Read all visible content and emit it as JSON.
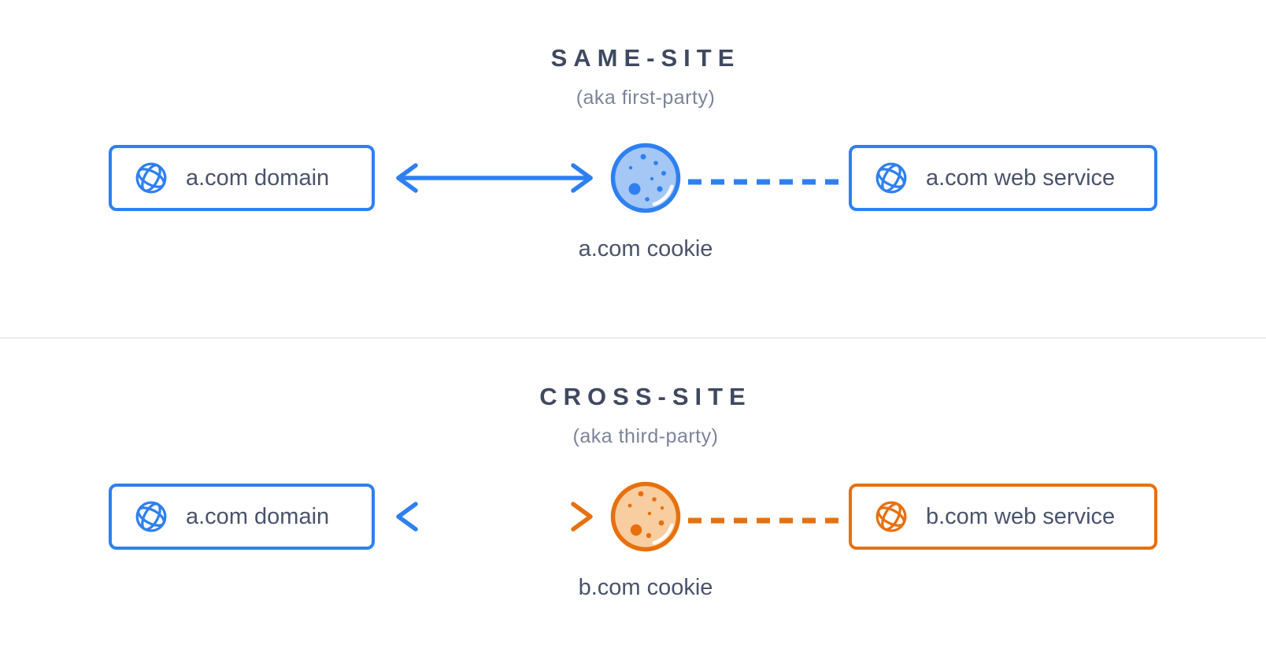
{
  "diagram": {
    "colors": {
      "blue": "#2e80f0",
      "blue_light": "#a5c7f6",
      "orange": "#e7700d",
      "orange_light": "#f8cda0",
      "title_text": "#3f4960",
      "subtitle_text": "#7b8499",
      "box_text": "#49536b",
      "divider": "#ebedf0",
      "background": "#ffffff"
    },
    "sections": [
      {
        "title": "SAME-SITE",
        "subtitle": "(aka first-party)",
        "left_box": {
          "icon": "globe-icon",
          "label": "a.com domain",
          "border_color": "#2e80f0"
        },
        "connector_left": {
          "type": "double-arrow",
          "color": "#2e80f0"
        },
        "cookie": {
          "icon": "cookie-icon",
          "fill": "#a5c7f6",
          "outline": "#2e80f0",
          "label": "a.com cookie"
        },
        "connector_right": {
          "type": "dashed-line",
          "color": "#2e80f0"
        },
        "right_box": {
          "icon": "globe-icon",
          "label": "a.com web service",
          "border_color": "#2e80f0"
        }
      },
      {
        "title": "CROSS-SITE",
        "subtitle": "(aka third-party)",
        "left_box": {
          "icon": "globe-icon",
          "label": "a.com domain",
          "border_color": "#2e80f0"
        },
        "connector_left": {
          "type": "double-arrow",
          "gradient": [
            "#2e80f0",
            "#8f9296",
            "#e7700d"
          ]
        },
        "cookie": {
          "icon": "cookie-icon",
          "fill": "#f8cda0",
          "outline": "#e7700d",
          "label": "b.com cookie"
        },
        "connector_right": {
          "type": "dashed-line",
          "color": "#e7700d"
        },
        "right_box": {
          "icon": "globe-icon",
          "label": "b.com web service",
          "border_color": "#e7700d"
        }
      }
    ]
  }
}
